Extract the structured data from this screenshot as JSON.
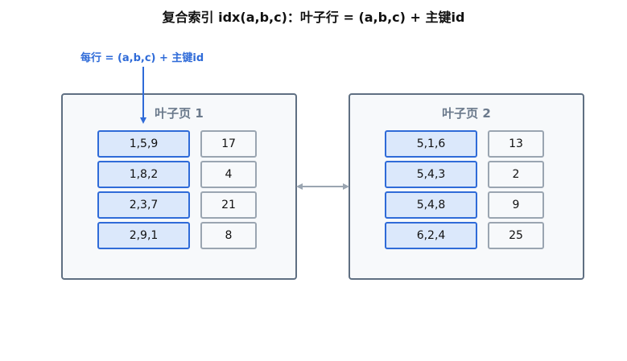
{
  "title": "复合索引 idx(a,b,c)：叶子行 = (a,b,c) + 主键id",
  "annotation": "每行 = (a,b,c) + 主键id",
  "colors": {
    "accent": "#2f6bd8",
    "key_fill": "#dbe8fb",
    "page_border": "#5f6f82",
    "id_border": "#9aa5b1",
    "link_arrow": "#9aa5b1"
  },
  "pages": [
    {
      "title": "叶子页 1",
      "rows": [
        {
          "key": "1,5,9",
          "id": "17"
        },
        {
          "key": "1,8,2",
          "id": "4"
        },
        {
          "key": "2,3,7",
          "id": "21"
        },
        {
          "key": "2,9,1",
          "id": "8"
        }
      ]
    },
    {
      "title": "叶子页 2",
      "rows": [
        {
          "key": "5,1,6",
          "id": "13"
        },
        {
          "key": "5,4,3",
          "id": "2"
        },
        {
          "key": "5,4,8",
          "id": "9"
        },
        {
          "key": "6,2,4",
          "id": "25"
        }
      ]
    }
  ]
}
